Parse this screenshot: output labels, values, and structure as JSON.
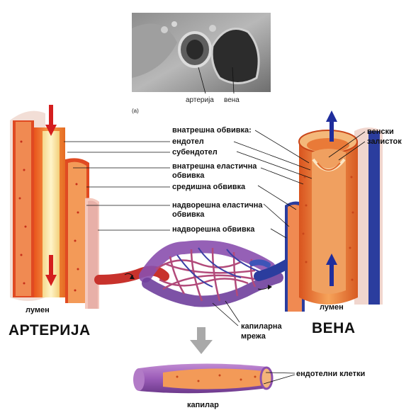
{
  "photo": {
    "label_artery": "артерија",
    "label_vein": "вена",
    "panel_tag": "(a)"
  },
  "labels": {
    "inner_tunic": "внатрешна обвивка:",
    "endothelium": "ендотел",
    "subendothelium": "субендотел",
    "internal_elastic": "внатрешна еластична",
    "internal_elastic_2": "обвивка",
    "middle_tunic": "средишна обвивка",
    "external_elastic": "надворешна еластична",
    "external_elastic_2": "обвивка",
    "outer_tunic": "надворешна обвивка",
    "venous_valve": "венски",
    "venous_valve_2": "залисток",
    "lumen_left": "лумен",
    "lumen_right": "лумен",
    "capillary_network": "капиларна",
    "capillary_network_2": "мрежа",
    "endothelial_cells": "ендотелни клетки",
    "capillary": "капилар"
  },
  "titles": {
    "artery": "АРТЕРИЈА",
    "vein": "ВЕНА"
  },
  "colors": {
    "arrow_red": "#d41e1e",
    "arrow_blue": "#1f2d9c",
    "artery_red": "#c8322c",
    "vein_blue": "#2b3d9e",
    "capillary_purple": "#8a4fae"
  }
}
